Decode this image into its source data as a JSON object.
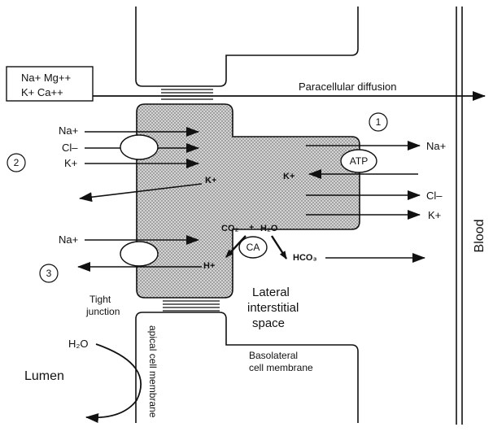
{
  "ions_box": {
    "line1": "Na+ Mg++",
    "line2": "K+  Ca++"
  },
  "labels": {
    "paracellular": "Paracellular diffusion",
    "blood": "Blood",
    "tight_junction_1": "Tight",
    "tight_junction_2": "junction",
    "lateral_1": "Lateral",
    "lateral_2": "interstitial",
    "lateral_3": "space",
    "basolateral_1": "Basolateral",
    "basolateral_2": "cell membrane",
    "apical": "apical cell membrane",
    "lumen": "Lumen",
    "water": "H₂O",
    "atp": "ATP",
    "ca": "CA",
    "co2": "CO₂",
    "plus": "+",
    "h2o_cell": "H₂O",
    "hco3": "HCO₃",
    "h_plus": "H+",
    "k_in": "K+",
    "k_out": "K+"
  },
  "circled": {
    "one": "1",
    "two": "2",
    "three": "3"
  },
  "apical_ions": {
    "na1": "Na+",
    "cl": "Cl–",
    "k": "K+",
    "na2": "Na+"
  },
  "basolateral_ions": {
    "na": "Na+",
    "cl": "Cl–",
    "k": "K+"
  }
}
